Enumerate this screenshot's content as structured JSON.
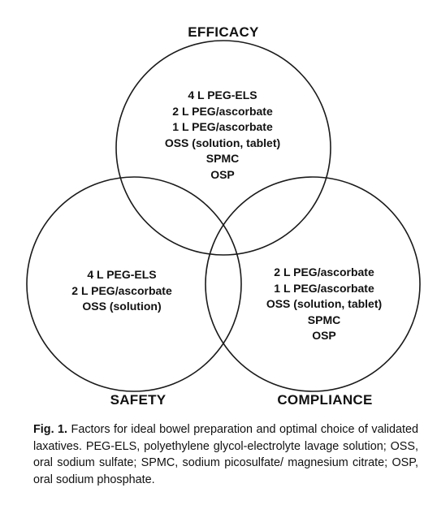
{
  "diagram": {
    "circle_labels": {
      "efficacy": "EFFICACY",
      "safety": "SAFETY",
      "compliance": "COMPLIANCE"
    },
    "efficacy_items": [
      "4 L PEG-ELS",
      "2 L PEG/ascorbate",
      "1 L PEG/ascorbate",
      "OSS (solution, tablet)",
      "SPMC",
      "OSP"
    ],
    "safety_items": [
      "4 L PEG-ELS",
      "2 L PEG/ascorbate",
      "OSS (solution)"
    ],
    "compliance_items": [
      "2 L PEG/ascorbate",
      "1 L PEG/ascorbate",
      "OSS (solution, tablet)",
      "SPMC",
      "OSP"
    ],
    "stroke_color": "#1a1a1a"
  },
  "caption": {
    "label": "Fig. 1.",
    "text": "Factors for ideal bowel preparation and optimal choice of validated laxatives. PEG-ELS, polyethylene glycol-electrolyte lavage solution; OSS, oral sodium sulfate; SPMC, sodium picosulfate/ magnesium citrate; OSP, oral sodium phosphate."
  }
}
